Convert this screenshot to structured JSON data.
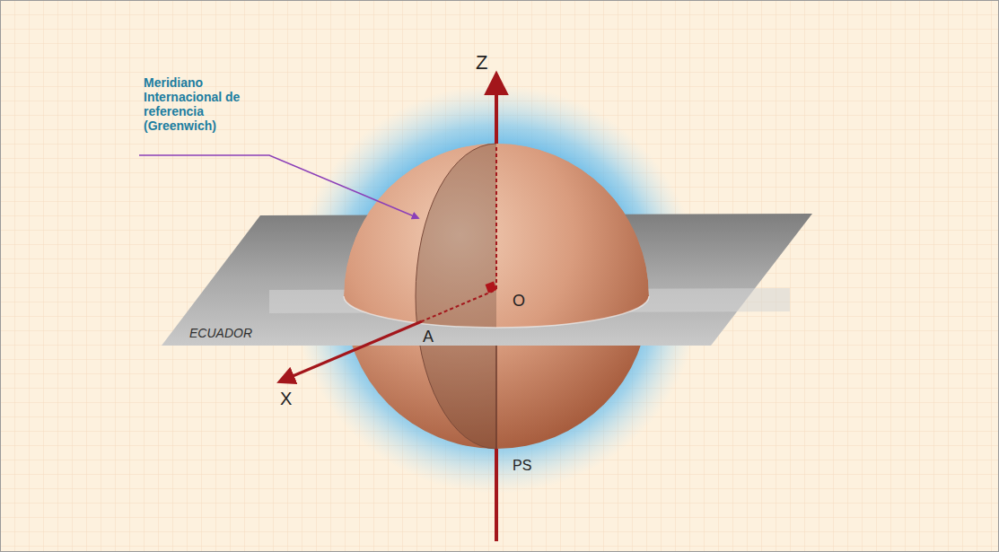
{
  "diagram": {
    "labels": [
      "Z",
      "Meridiano Internacional de referencia (Greenwich)",
      "O",
      "ECUADOR",
      "A",
      "X",
      "PS"
    ]
  }
}
